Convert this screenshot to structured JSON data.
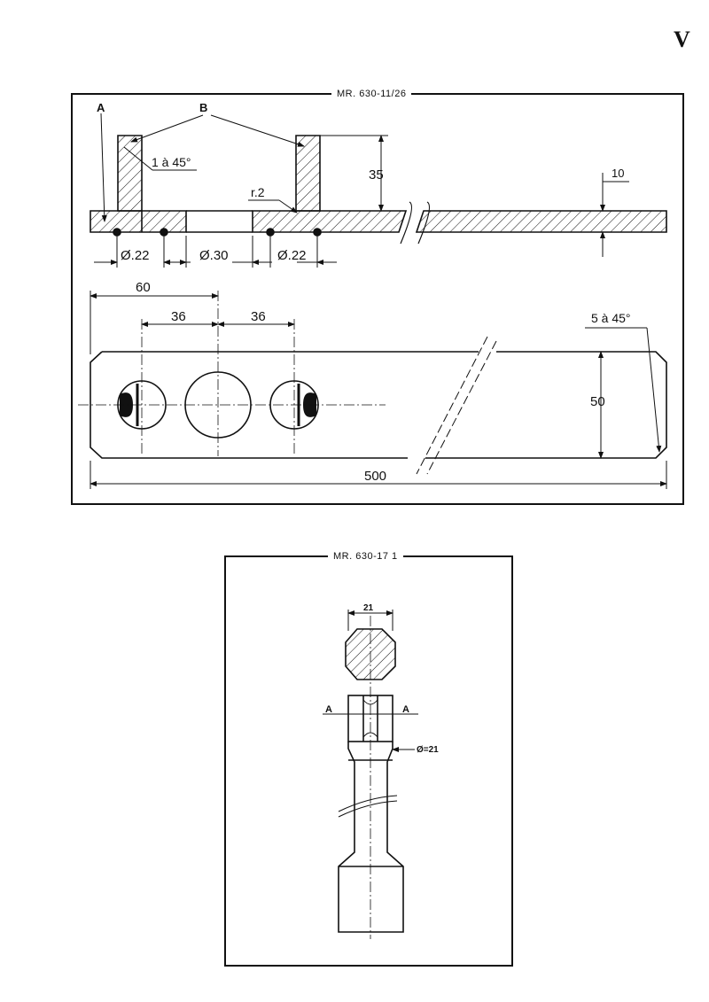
{
  "page": {
    "marker": "V"
  },
  "drawing_1": {
    "title": "MR. 630-11/26",
    "labels": {
      "a": "A",
      "b": "B",
      "chamfer": "1 à 45°",
      "height": "35",
      "radius": "r.2",
      "thickness": "10",
      "dia_left": "Ø.22",
      "dia_center": "Ø.30",
      "dia_right": "Ø.22",
      "dist_60": "60",
      "dist_36_left": "36",
      "dist_36_right": "36",
      "corner_chamfer": "5 à 45°",
      "width": "50",
      "length": "500"
    }
  },
  "drawing_2": {
    "title": "MR. 630-17 1",
    "labels": {
      "across_flats": "21",
      "section_left": "A",
      "section_right": "A",
      "diameter": "Ø=21"
    }
  }
}
